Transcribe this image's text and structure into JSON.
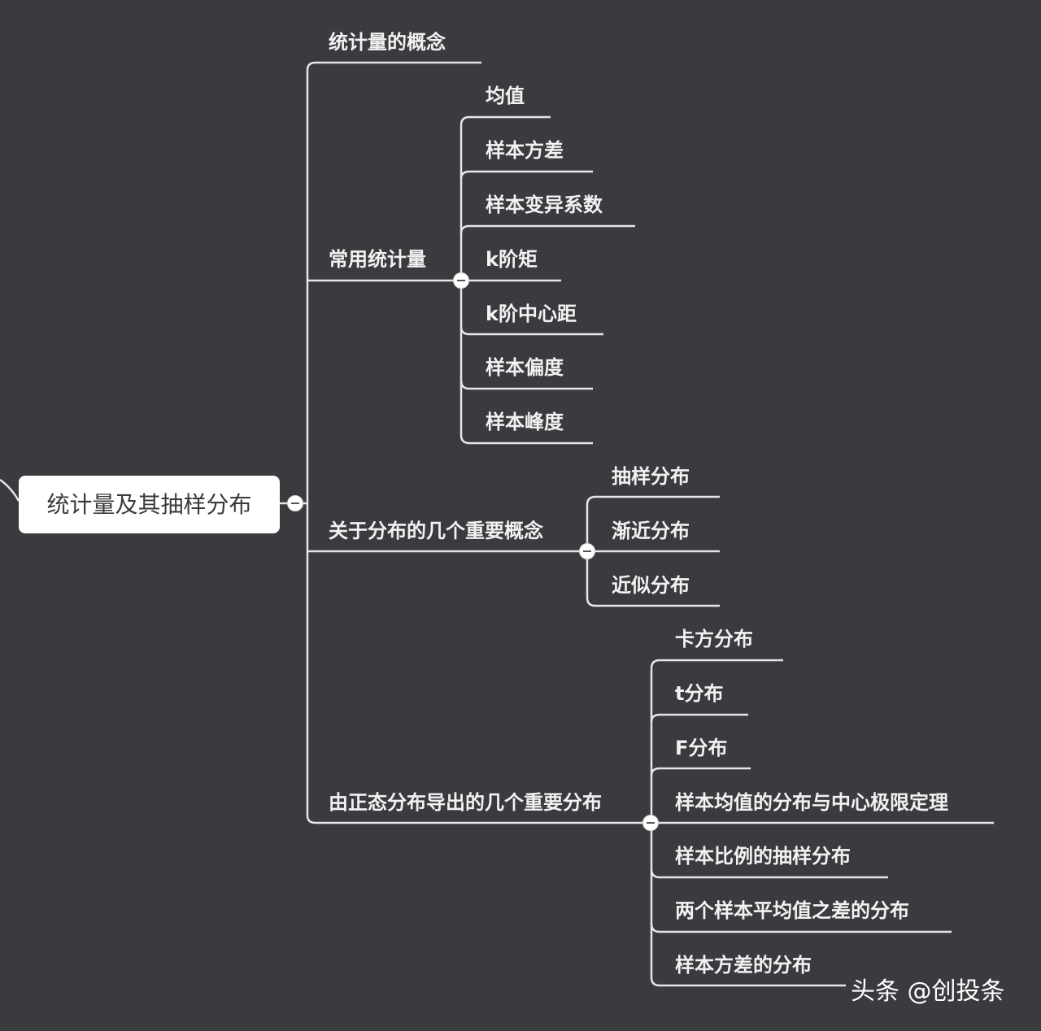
{
  "root": {
    "label": "统计量及其抽样分布"
  },
  "branches": [
    {
      "label": "统计量的概念"
    },
    {
      "label": "常用统计量",
      "children": [
        "均值",
        "样本方差",
        "样本变异系数",
        "k阶矩",
        "k阶中心距",
        "样本偏度",
        "样本峰度"
      ]
    },
    {
      "label": "关于分布的几个重要概念",
      "children": [
        "抽样分布",
        "渐近分布",
        "近似分布"
      ]
    },
    {
      "label": "由正态分布导出的几个重要分布",
      "children": [
        "卡方分布",
        "t分布",
        "F分布",
        "样本均值的分布与中心极限定理",
        "样本比例的抽样分布",
        "两个样本平均值之差的分布",
        "样本方差的分布"
      ]
    }
  ],
  "watermark": "头条 @创投条",
  "colors": {
    "background": "#3a3b3f",
    "line": "#e8e8e8",
    "text": "#f2f2f2",
    "root_bg": "#ffffff"
  }
}
